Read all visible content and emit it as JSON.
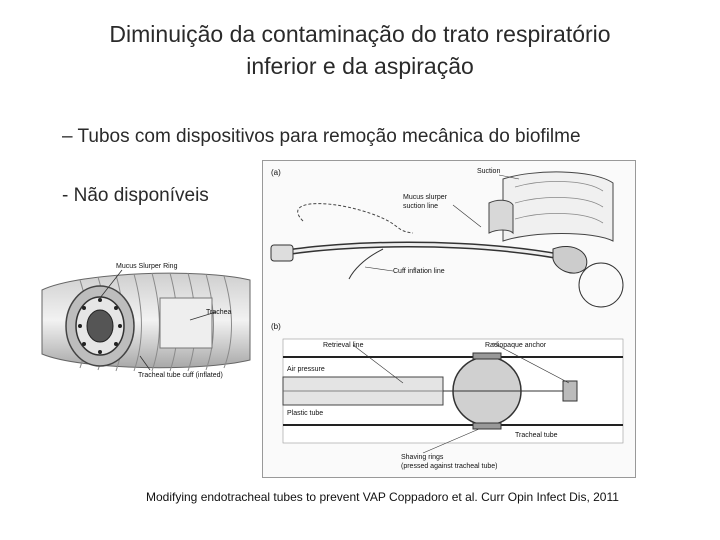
{
  "slide": {
    "title_line1": "Diminuição da contaminação do trato respiratório",
    "title_line2": "inferior e da aspiração",
    "bullet": "– Tubos com dispositivos para remoção mecânica do biofilme",
    "subbullet": "- Não disponíveis",
    "caption": "Modifying endotracheal tubes to prevent VAP Coppadoro et al. Curr Opin Infect Dis, 2011"
  },
  "figure_left": {
    "label_ring": "Mucus Slurper Ring",
    "label_trachea": "Trachea",
    "label_cuff": "Tracheal tube cuff (inflated)"
  },
  "figure_right": {
    "panel_a": "(a)",
    "panel_b": "(b)",
    "label_suction": "Suction",
    "label_mucus_line1": "Mucus slurper",
    "label_mucus_line2": "suction line",
    "label_cuff_line": "Cuff inflation line",
    "label_retrieval": "Retrieval line",
    "label_anchor": "Radiopaque anchor",
    "label_air": "Air pressure",
    "label_plastic": "Plastic tube",
    "label_tracheal_tube": "Tracheal tube",
    "label_shaving1": "Shaving rings",
    "label_shaving2": "(pressed against tracheal tube)"
  }
}
